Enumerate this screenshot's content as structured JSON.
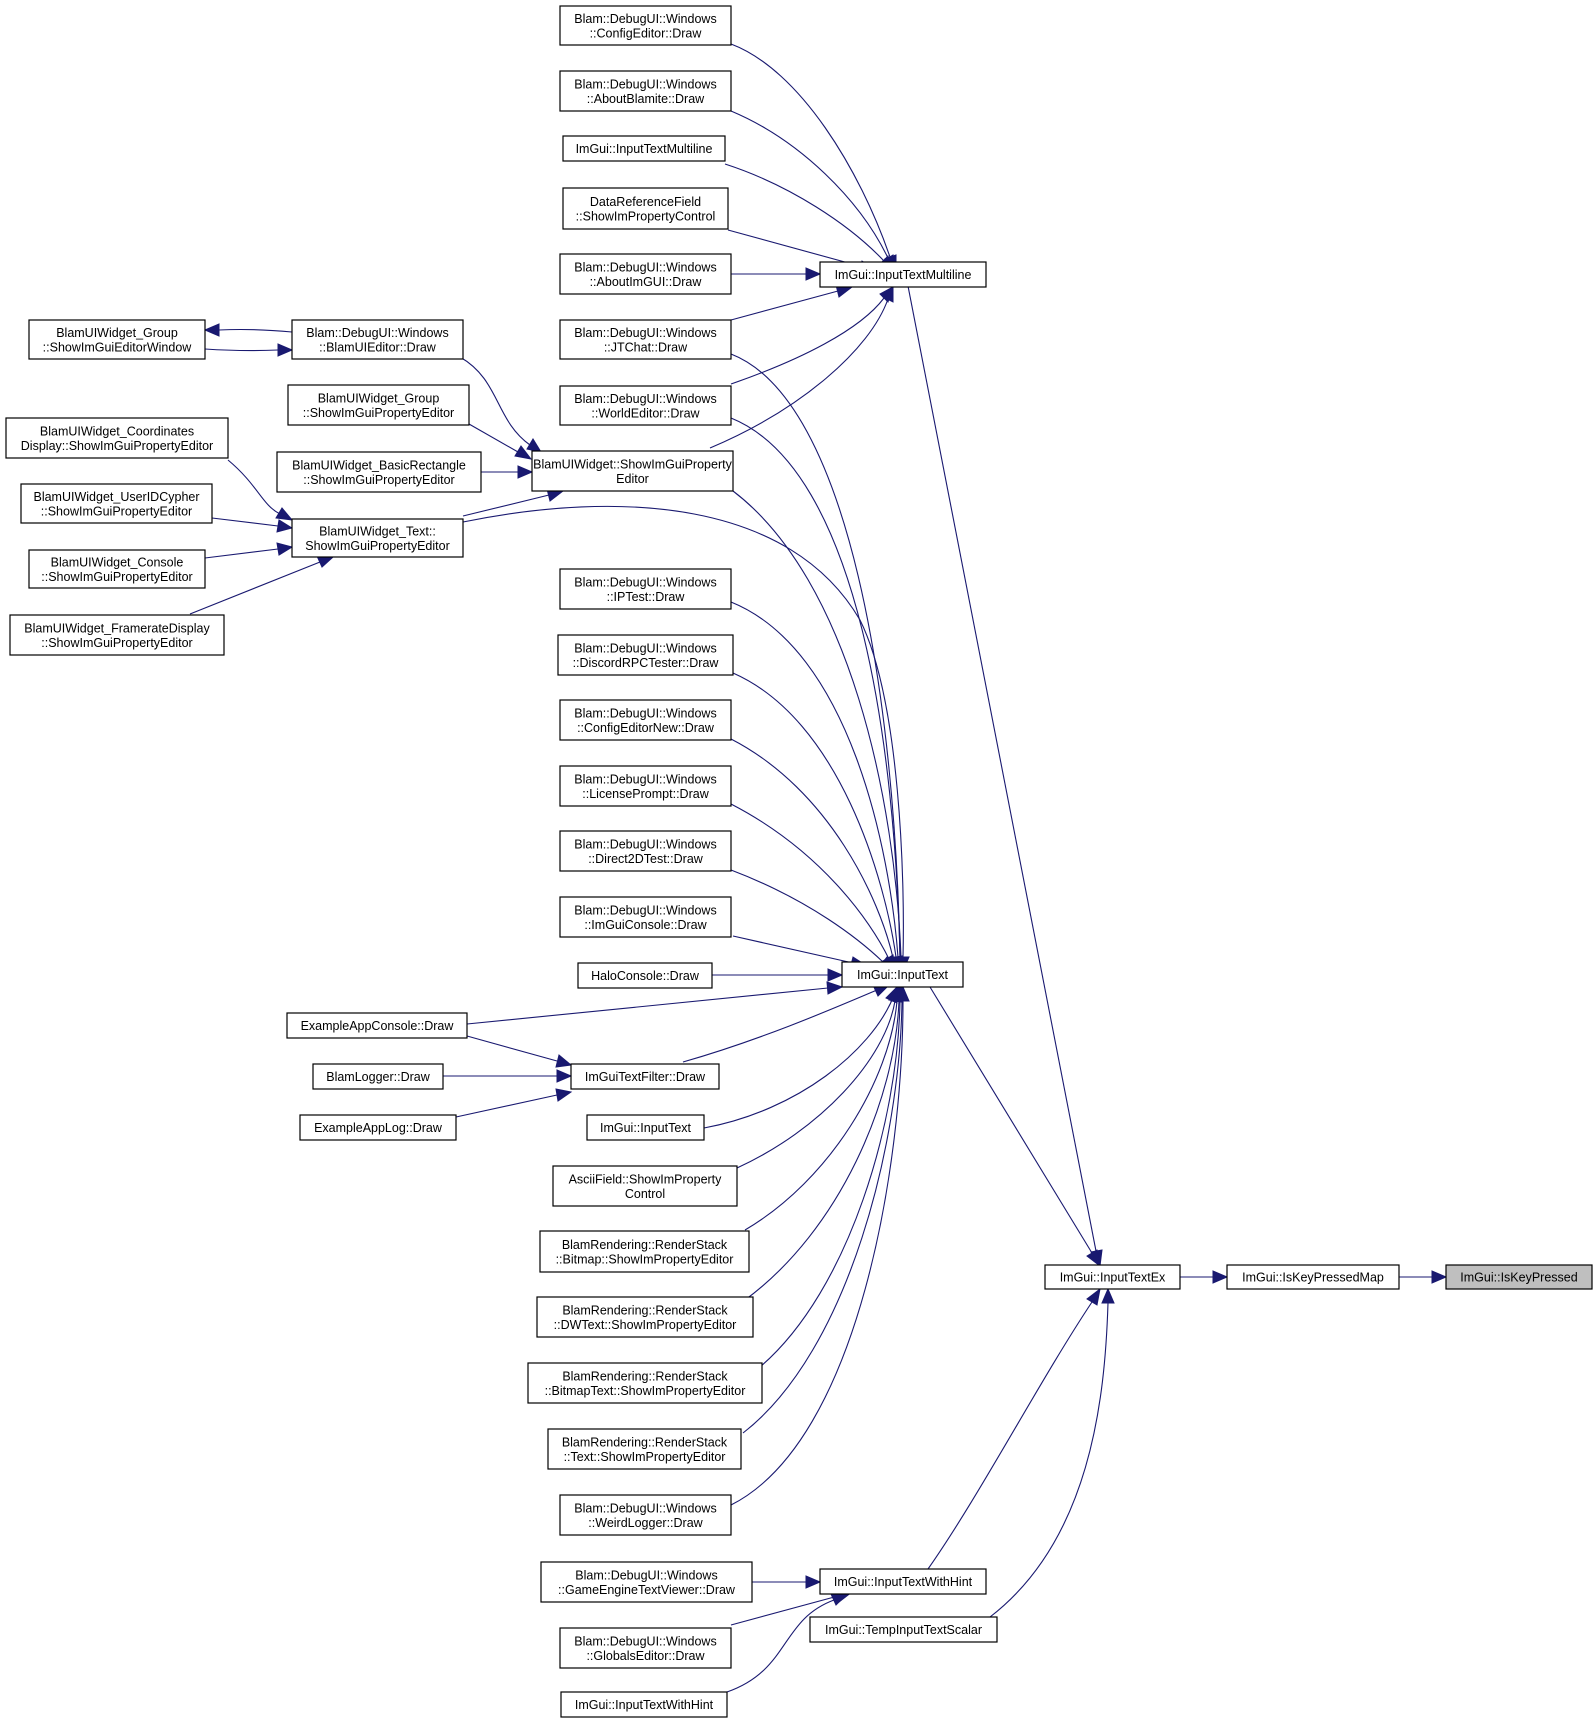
{
  "colors": {
    "edge": "#191970",
    "node_border": "#000000",
    "node_fill": "#ffffff",
    "focus_fill": "#bfbfbf"
  },
  "nodes": {
    "n_iskeypressed": {
      "lines": [
        "ImGui::IsKeyPressed"
      ],
      "focus": true
    },
    "n_iskeypressedmap": {
      "lines": [
        "ImGui::IsKeyPressedMap"
      ]
    },
    "n_inputtextex": {
      "lines": [
        "ImGui::InputTextEx"
      ]
    },
    "n_inputtextmultiline": {
      "lines": [
        "ImGui::InputTextMultiline"
      ]
    },
    "n_inputtext": {
      "lines": [
        "ImGui::InputText"
      ]
    },
    "n_inputtextwithhint_mid": {
      "lines": [
        "ImGui::InputTextWithHint"
      ]
    },
    "n_tempinputtextscalar": {
      "lines": [
        "ImGui::TempInputTextScalar"
      ]
    },
    "n_configeditor": {
      "lines": [
        "Blam::DebugUI::Windows",
        "::ConfigEditor::Draw"
      ]
    },
    "n_aboutblamite": {
      "lines": [
        "Blam::DebugUI::Windows",
        "::AboutBlamite::Draw"
      ]
    },
    "n_inputtextmultiline_ov": {
      "lines": [
        "ImGui::InputTextMultiline"
      ]
    },
    "n_datareferencefield": {
      "lines": [
        "DataReferenceField",
        "::ShowImPropertyControl"
      ]
    },
    "n_aboutimgui": {
      "lines": [
        "Blam::DebugUI::Windows",
        "::AboutImGUI::Draw"
      ]
    },
    "n_jtchat": {
      "lines": [
        "Blam::DebugUI::Windows",
        "::JTChat::Draw"
      ]
    },
    "n_worldeditor": {
      "lines": [
        "Blam::DebugUI::Windows",
        "::WorldEditor::Draw"
      ]
    },
    "n_blamuiwidget_spe": {
      "lines": [
        "BlamUIWidget::ShowImGuiProperty",
        "Editor"
      ]
    },
    "n_blamuieditor": {
      "lines": [
        "Blam::DebugUI::Windows",
        "::BlamUIEditor::Draw"
      ]
    },
    "n_group_editorwindow": {
      "lines": [
        "BlamUIWidget_Group",
        "::ShowImGuiEditorWindow"
      ]
    },
    "n_group_spe": {
      "lines": [
        "BlamUIWidget_Group",
        "::ShowImGuiPropertyEditor"
      ]
    },
    "n_basicrectangle": {
      "lines": [
        "BlamUIWidget_BasicRectangle",
        "::ShowImGuiPropertyEditor"
      ]
    },
    "n_text_spe": {
      "lines": [
        "BlamUIWidget_Text::",
        "ShowImGuiPropertyEditor"
      ]
    },
    "n_coordinates": {
      "lines": [
        "BlamUIWidget_Coordinates",
        "Display::ShowImGuiPropertyEditor"
      ]
    },
    "n_useridcypher": {
      "lines": [
        "BlamUIWidget_UserIDCypher",
        "::ShowImGuiPropertyEditor"
      ]
    },
    "n_console_spe": {
      "lines": [
        "BlamUIWidget_Console",
        "::ShowImGuiPropertyEditor"
      ]
    },
    "n_framerate": {
      "lines": [
        "BlamUIWidget_FramerateDisplay",
        "::ShowImGuiPropertyEditor"
      ]
    },
    "n_iptest": {
      "lines": [
        "Blam::DebugUI::Windows",
        "::IPTest::Draw"
      ]
    },
    "n_discordrpc": {
      "lines": [
        "Blam::DebugUI::Windows",
        "::DiscordRPCTester::Draw"
      ]
    },
    "n_configeditornew": {
      "lines": [
        "Blam::DebugUI::Windows",
        "::ConfigEditorNew::Draw"
      ]
    },
    "n_licenseprompt": {
      "lines": [
        "Blam::DebugUI::Windows",
        "::LicensePrompt::Draw"
      ]
    },
    "n_direct2dtest": {
      "lines": [
        "Blam::DebugUI::Windows",
        "::Direct2DTest::Draw"
      ]
    },
    "n_imguiconsole": {
      "lines": [
        "Blam::DebugUI::Windows",
        "::ImGuiConsole::Draw"
      ]
    },
    "n_haloconsole": {
      "lines": [
        "HaloConsole::Draw"
      ]
    },
    "n_exampleappconsole": {
      "lines": [
        "ExampleAppConsole::Draw"
      ]
    },
    "n_imguitextfilter": {
      "lines": [
        "ImGuiTextFilter::Draw"
      ]
    },
    "n_blamlogger": {
      "lines": [
        "BlamLogger::Draw"
      ]
    },
    "n_exampleapplog": {
      "lines": [
        "ExampleAppLog::Draw"
      ]
    },
    "n_inputtext_ov": {
      "lines": [
        "ImGui::InputText"
      ]
    },
    "n_asciifield": {
      "lines": [
        "AsciiField::ShowImProperty",
        "Control"
      ]
    },
    "n_rs_bitmap": {
      "lines": [
        "BlamRendering::RenderStack",
        "::Bitmap::ShowImPropertyEditor"
      ]
    },
    "n_rs_dwtext": {
      "lines": [
        "BlamRendering::RenderStack",
        "::DWText::ShowImPropertyEditor"
      ]
    },
    "n_rs_bitmaptext": {
      "lines": [
        "BlamRendering::RenderStack",
        "::BitmapText::ShowImPropertyEditor"
      ]
    },
    "n_rs_text": {
      "lines": [
        "BlamRendering::RenderStack",
        "::Text::ShowImPropertyEditor"
      ]
    },
    "n_weirdlogger": {
      "lines": [
        "Blam::DebugUI::Windows",
        "::WeirdLogger::Draw"
      ]
    },
    "n_gameenginetextviewer": {
      "lines": [
        "Blam::DebugUI::Windows",
        "::GameEngineTextViewer::Draw"
      ]
    },
    "n_globalseditor": {
      "lines": [
        "Blam::DebugUI::Windows",
        "::GlobalsEditor::Draw"
      ]
    },
    "n_inputtextwithhint_ov": {
      "lines": [
        "ImGui::InputTextWithHint"
      ]
    }
  }
}
